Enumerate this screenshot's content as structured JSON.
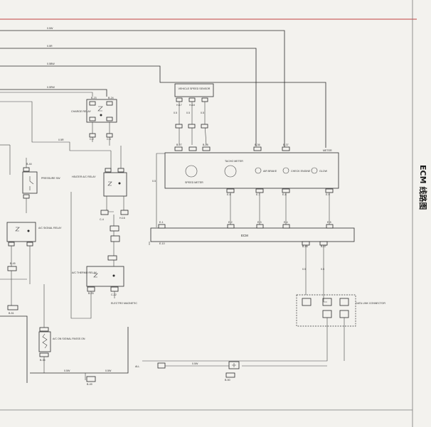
{
  "title": "ECM 线路图",
  "wires": {
    "w1": "0.5W",
    "w2": "0.5R",
    "w3": "0.5BW",
    "w4": "0.5RW",
    "l32": "0.5R",
    "bot_left": "0.5W",
    "bot_mid": "0.5W",
    "bot_right": "0.5W"
  },
  "components": {
    "vss": "VEHICLE SPEED SENSOR",
    "charge_relay": "CHARGE RELAY",
    "heater_relay": "HEATER A/C RELAY",
    "pressure_sw": "PRESSURE SW",
    "ac_signal_relay": "A/C SIGNAL RELAY",
    "thermo_relay": "A/C THERMO RELAY",
    "ac_on_signal": "A/C ON SIGNAL PASSS ON",
    "dlc": "DATA LINK CONNECTOR",
    "ecm": "ECM",
    "meter": "METER",
    "speedo": "SPEED METER",
    "tacho": "TACHO METER",
    "check": "CHECK ENGINE",
    "glow": "GLOW",
    "brake": "AIR BRAKE",
    "elc": "ELECTRO MAGNETIC"
  },
  "connectors": {
    "c1": "B-23",
    "c2": "B-24",
    "c3": "B-25",
    "c4": "C-2",
    "c5": "C-3",
    "c6": "C-4",
    "c7": "H-16",
    "c8": "H-17",
    "c9": "H-18",
    "c10": "B-27",
    "c11": "B-28",
    "c12": "B-35",
    "c13": "B-36",
    "c14": "B-37",
    "c15": "B-44",
    "c16": "B-45",
    "ecm1": "E-1",
    "ecm2": "E-2",
    "ecm3": "E-3",
    "ecm4": "E-4",
    "ecm5": "E-5",
    "ecm6": "E-6",
    "ecm7": "E-7",
    "ecm8": "E-8",
    "ecm9": "E-9",
    "ecm10": "E-10",
    "j1": "B-46",
    "j2": "B-47",
    "j3": "C-22",
    "j4": "B-49",
    "j5": "B-50",
    "j6": "B-51"
  }
}
